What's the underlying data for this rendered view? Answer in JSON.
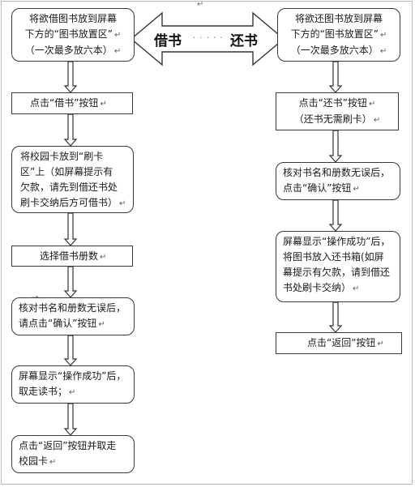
{
  "borrow": {
    "label": "借书",
    "steps": [
      [
        "将欲借图书放到屏幕",
        "下方的“图书放置区”",
        "（一次最多放六本）"
      ],
      [
        "点击“借书”按钮"
      ],
      [
        "将校园卡放到“刷卡",
        "区”上（如屏幕提示有",
        "欠款，请先到借还书处",
        "刷卡交纳后方可借书）"
      ],
      [
        "选择借书册数"
      ],
      [
        "核对书名和册数无误后，",
        "请点击“确认”按钮"
      ],
      [
        "屏幕显示“操作成功”后，",
        "取走读书；"
      ],
      [
        "点击“返回”按钮并取走",
        "校园卡"
      ]
    ]
  },
  "return": {
    "label": "还书",
    "steps": [
      [
        "将欲还图书放到屏幕",
        "下方的“图书放置区”",
        "（一次最多放六本）"
      ],
      [
        "点击“还书”按钮",
        "（还书无需刷卡）"
      ],
      [
        "核对书名和册数无误后，",
        "点击“确认”按钮"
      ],
      [
        "屏幕显示“操作成功”后，",
        "将图书放入还书箱(如屏",
        "幕提示有欠款，请到借还",
        "书处刷卡交纳）"
      ],
      [
        "点击“返回”按钮"
      ]
    ]
  },
  "connector_dots": "· · · · ·",
  "para_mark": "↵"
}
